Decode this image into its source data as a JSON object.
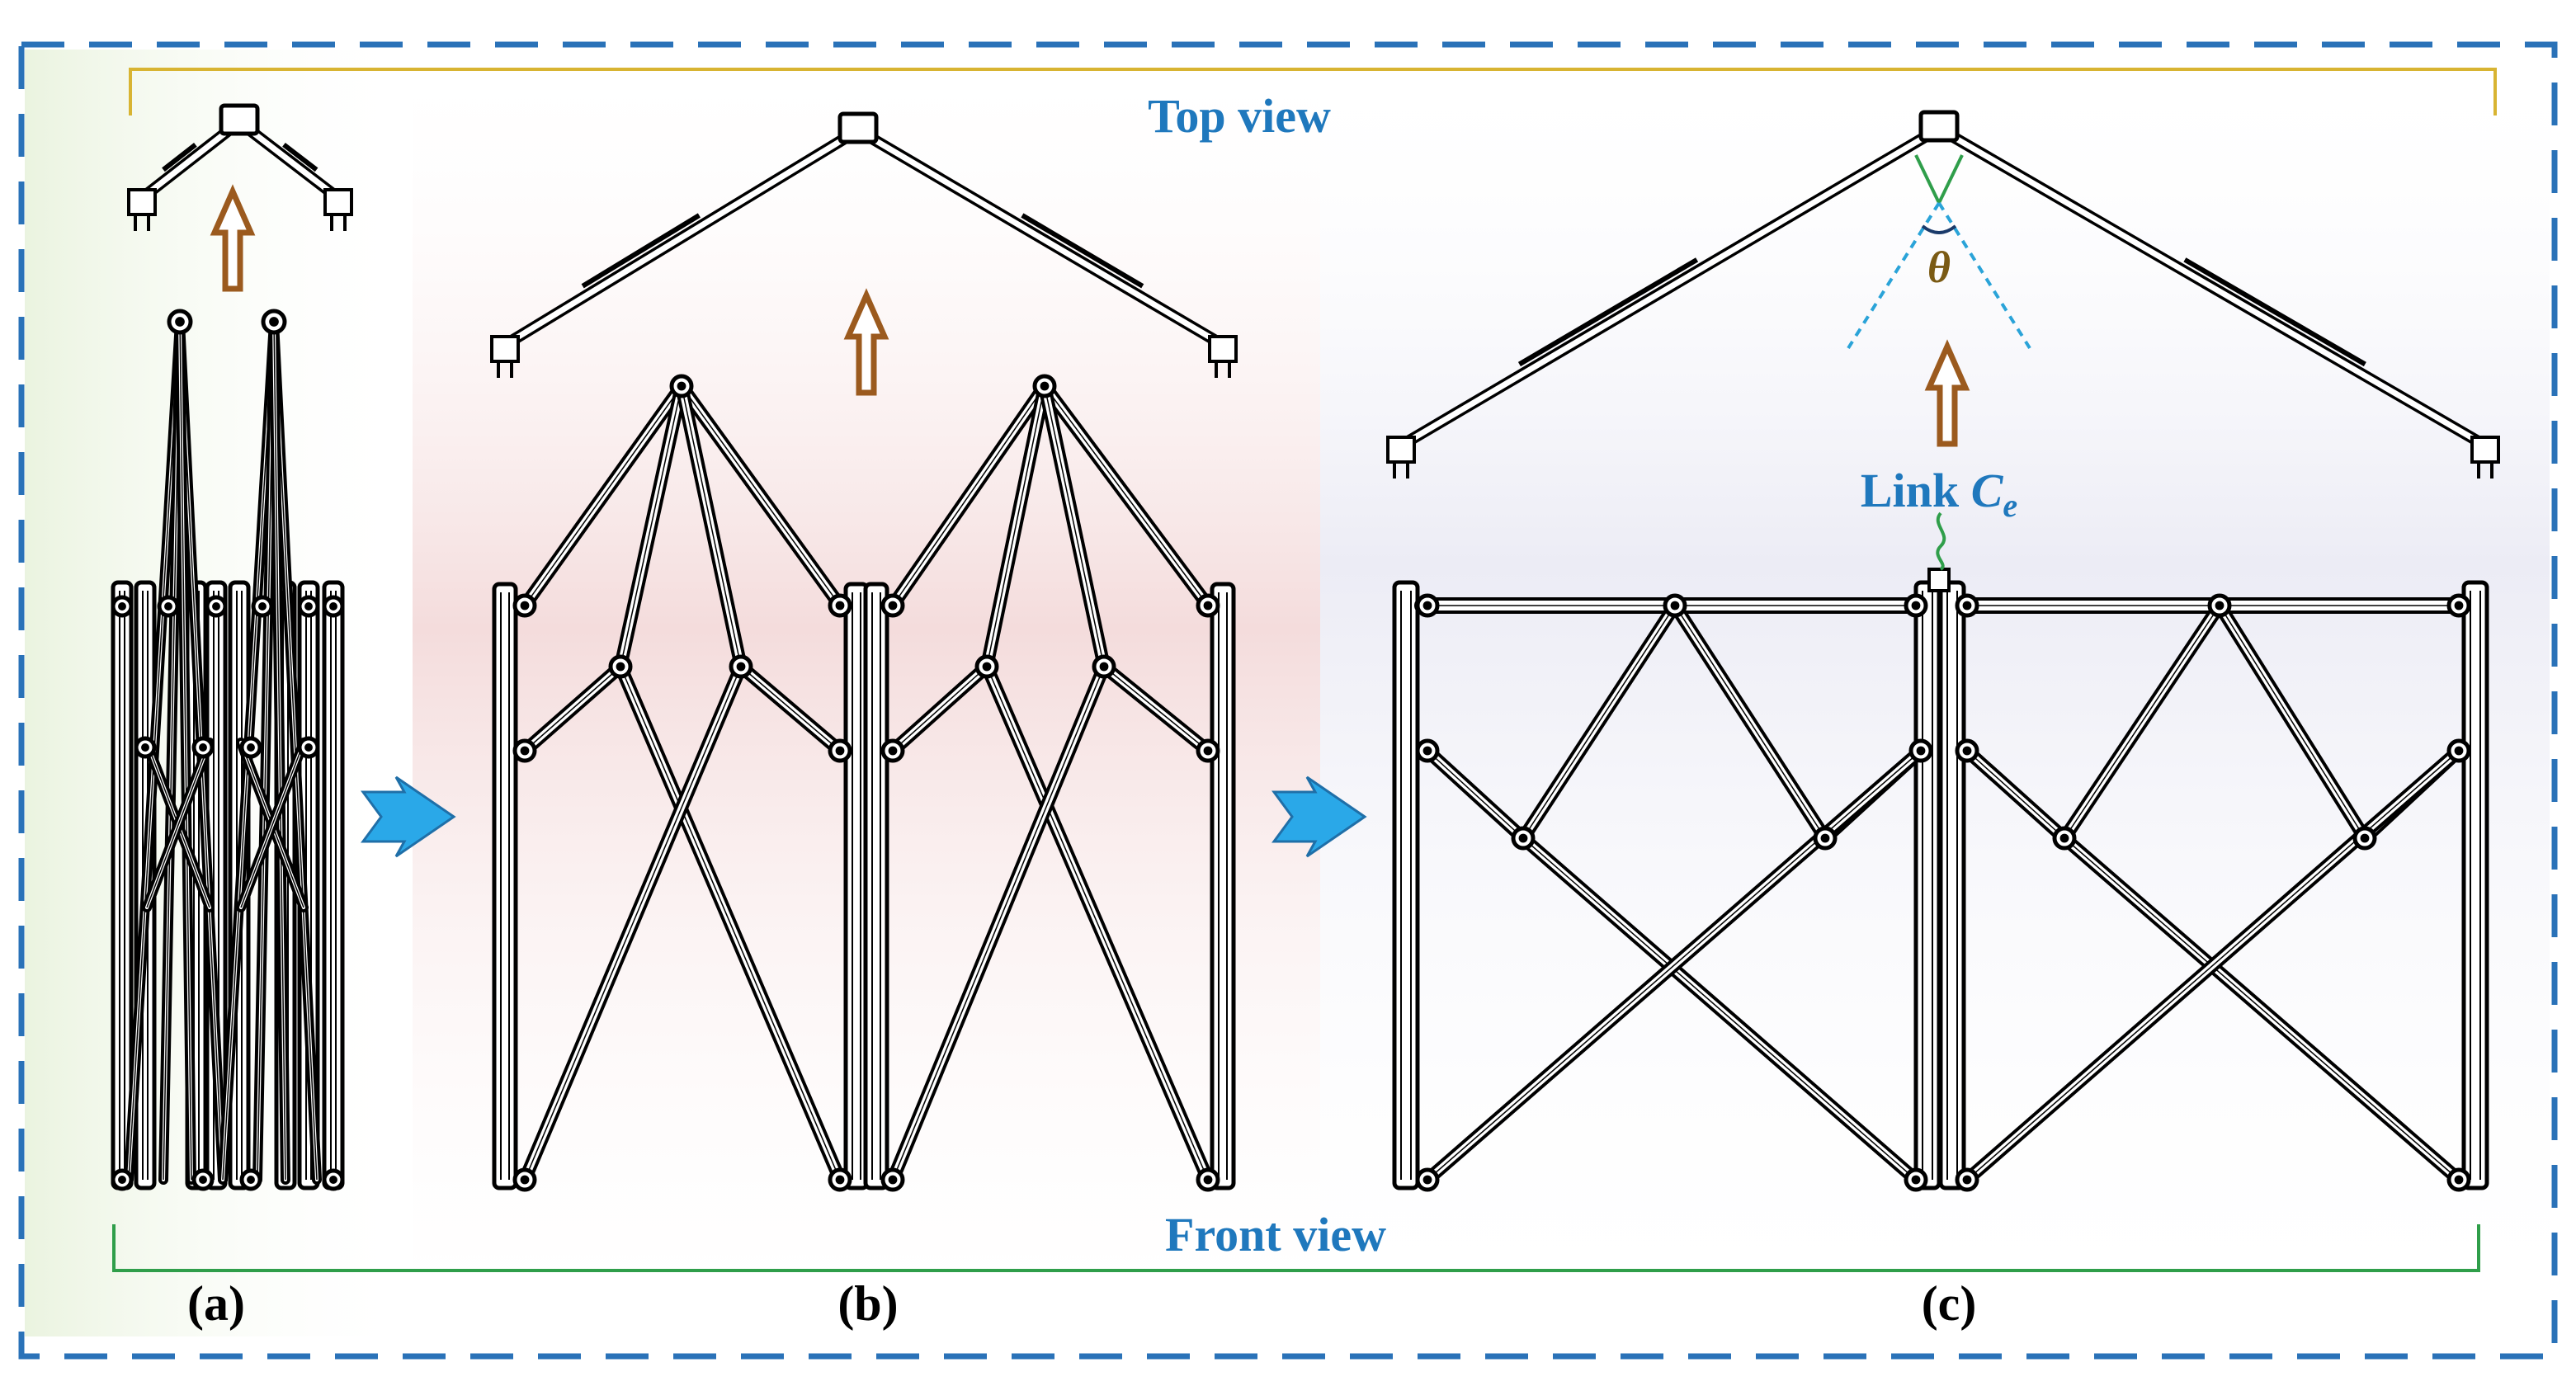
{
  "labels": {
    "top_view": "Top view",
    "front_view": "Front view",
    "link_prefix": "Link ",
    "link_symbol": "C",
    "link_subscript": "e",
    "angle_symbol": "θ",
    "panel_a": "(a)",
    "panel_b": "(b)",
    "panel_c": "(c)"
  },
  "colors": {
    "frame_dash": "#2a72b8",
    "label_blue": "#1f78bd",
    "top_bracket": "#d8b432",
    "bottom_bracket": "#2f9e4a",
    "up_arrow": "#9b5a1e",
    "flow_arrow": "#2aa8e8",
    "angle_text": "#7a5a14",
    "angle_lines": "#2aa3d8",
    "link_lead": "#2f9e4a",
    "angle_arc": "#1a3a6a",
    "bg_a": "#e8f2dc",
    "bg_b": "#f6e0e0",
    "bg_c": "#eeeef6",
    "mechanism": "#000000"
  },
  "icons": [
    "up-arrow-icon",
    "flow-arrow-icon"
  ]
}
